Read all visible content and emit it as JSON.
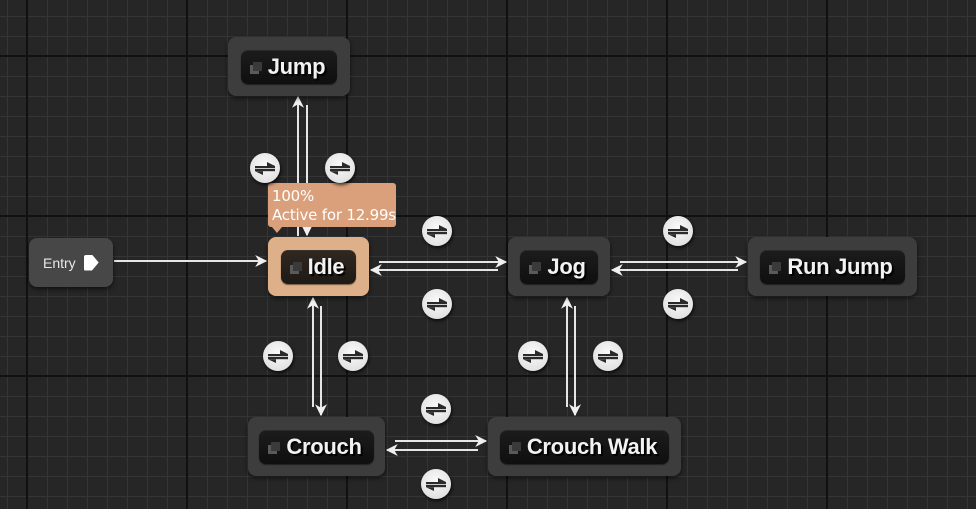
{
  "graph": {
    "entry": {
      "label": "Entry",
      "icon": "entry-arrow-icon"
    },
    "states": [
      {
        "id": "jump",
        "label": "Jump",
        "active": false
      },
      {
        "id": "idle",
        "label": "Idle",
        "active": true
      },
      {
        "id": "jog",
        "label": "Jog",
        "active": false
      },
      {
        "id": "run-jump",
        "label": "Run Jump",
        "active": false
      },
      {
        "id": "crouch",
        "label": "Crouch",
        "active": false
      },
      {
        "id": "crouch-walk",
        "label": "Crouch Walk",
        "active": false
      }
    ],
    "transitions": [
      {
        "from": "entry",
        "to": "idle"
      },
      {
        "from": "idle",
        "to": "jump"
      },
      {
        "from": "jump",
        "to": "idle"
      },
      {
        "from": "idle",
        "to": "jog"
      },
      {
        "from": "jog",
        "to": "idle"
      },
      {
        "from": "jog",
        "to": "run-jump"
      },
      {
        "from": "run-jump",
        "to": "jog"
      },
      {
        "from": "idle",
        "to": "crouch"
      },
      {
        "from": "crouch",
        "to": "idle"
      },
      {
        "from": "crouch",
        "to": "crouch-walk"
      },
      {
        "from": "crouch-walk",
        "to": "crouch"
      },
      {
        "from": "jog",
        "to": "crouch-walk"
      },
      {
        "from": "crouch-walk",
        "to": "jog"
      }
    ],
    "transition_rule_icon": "transition-rule-icon",
    "active_tooltip": {
      "weight": "100%",
      "duration": "Active for 12.99s"
    },
    "colors": {
      "background": "#262626",
      "node": "#3d3d3d",
      "active_node": "#ddb08a",
      "tooltip": "#d9a07b",
      "wire": "#e6e6e6"
    }
  }
}
